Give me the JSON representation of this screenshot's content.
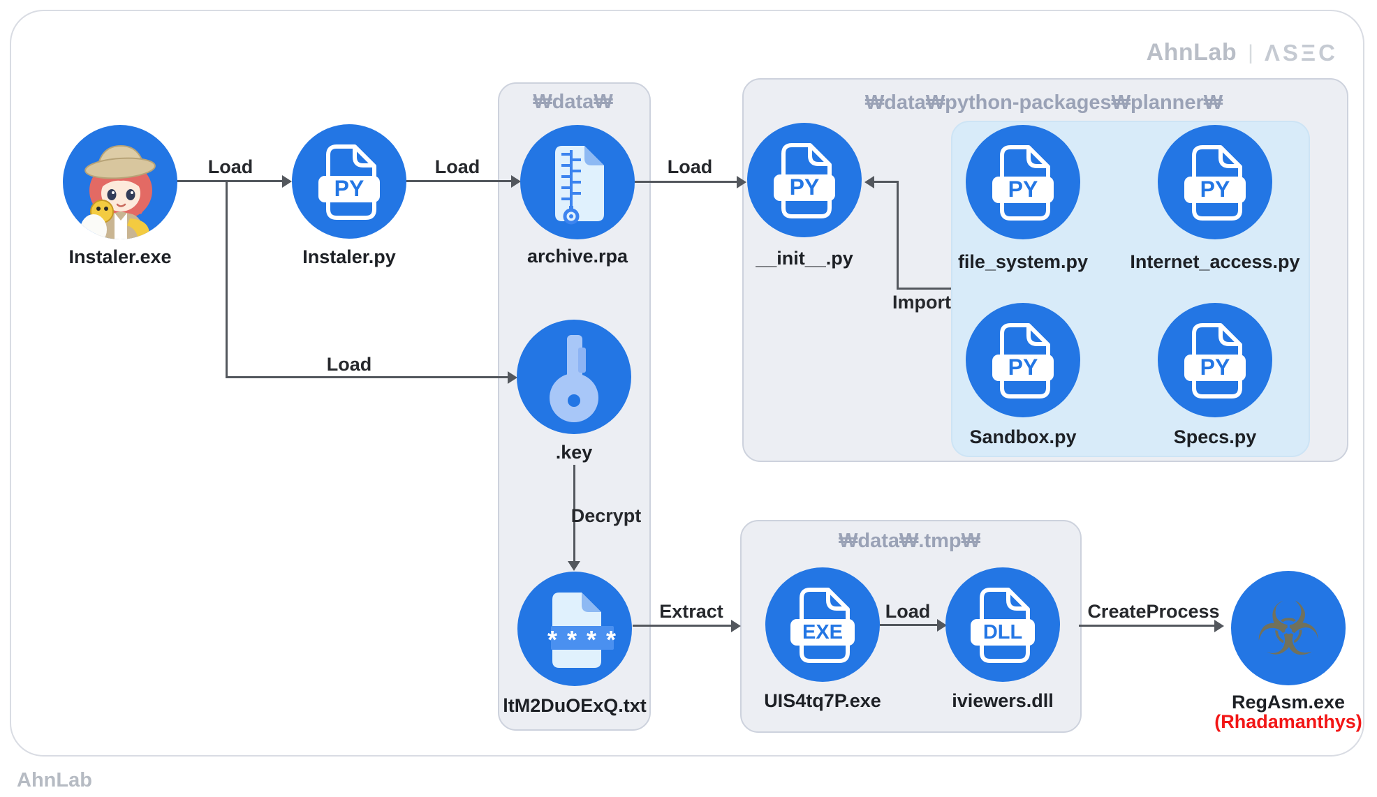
{
  "brand": {
    "logo_primary": "AhnLab",
    "logo_separator": "|",
    "logo_secondary": "ΛSΞC",
    "footer": "AhnLab"
  },
  "containers": {
    "data": {
      "title": "₩data₩"
    },
    "planner": {
      "title": "₩data₩python-packages₩planner₩"
    },
    "tmp": {
      "title": "₩data₩.tmp₩"
    }
  },
  "nodes": {
    "instaler_exe": {
      "label": "Instaler.exe",
      "icon": "anime-avatar"
    },
    "instaler_py": {
      "label": "Instaler.py",
      "badge": "PY",
      "icon": "py-file"
    },
    "archive_rpa": {
      "label": "archive.rpa",
      "icon": "zip-file"
    },
    "init_py": {
      "label": "__init__.py",
      "badge": "PY",
      "icon": "py-file"
    },
    "file_system_py": {
      "label": "file_system.py",
      "badge": "PY",
      "icon": "py-file"
    },
    "internet_access_py": {
      "label": "Internet_access.py",
      "badge": "PY",
      "icon": "py-file"
    },
    "sandbox_py": {
      "label": "Sandbox.py",
      "badge": "PY",
      "icon": "py-file"
    },
    "specs_py": {
      "label": "Specs.py",
      "badge": "PY",
      "icon": "py-file"
    },
    "key": {
      "label": ".key",
      "icon": "key"
    },
    "password_txt": {
      "label": "ltM2DuOExQ.txt",
      "icon": "password-file",
      "stars": "* * * *"
    },
    "uis4tq7p_exe": {
      "label": "UIS4tq7P.exe",
      "badge": "EXE",
      "icon": "exe-file"
    },
    "iviewers_dll": {
      "label": "iviewers.dll",
      "badge": "DLL",
      "icon": "dll-file"
    },
    "regasm_exe": {
      "label": "RegAsm.exe",
      "sublabel": "(Rhadamanthys)",
      "icon": "biohazard",
      "glyph": "☣"
    }
  },
  "edges": {
    "load_instaler_py": {
      "label": "Load"
    },
    "load_archive": {
      "label": "Load"
    },
    "load_init": {
      "label": "Load"
    },
    "load_key": {
      "label": "Load"
    },
    "import_planner": {
      "label": "Import"
    },
    "decrypt": {
      "label": "Decrypt"
    },
    "extract": {
      "label": "Extract"
    },
    "load_dll": {
      "label": "Load"
    },
    "createprocess": {
      "label": "CreateProcess"
    }
  },
  "colors": {
    "node_blue": "#2376e4",
    "container_gray": "#eceef3",
    "inner_light_blue": "#d8ebf9",
    "title_gray": "#9aa2b6",
    "arrow_gray": "#53575d",
    "alert_red": "#f21616",
    "biohazard_olive": "#71715c"
  }
}
